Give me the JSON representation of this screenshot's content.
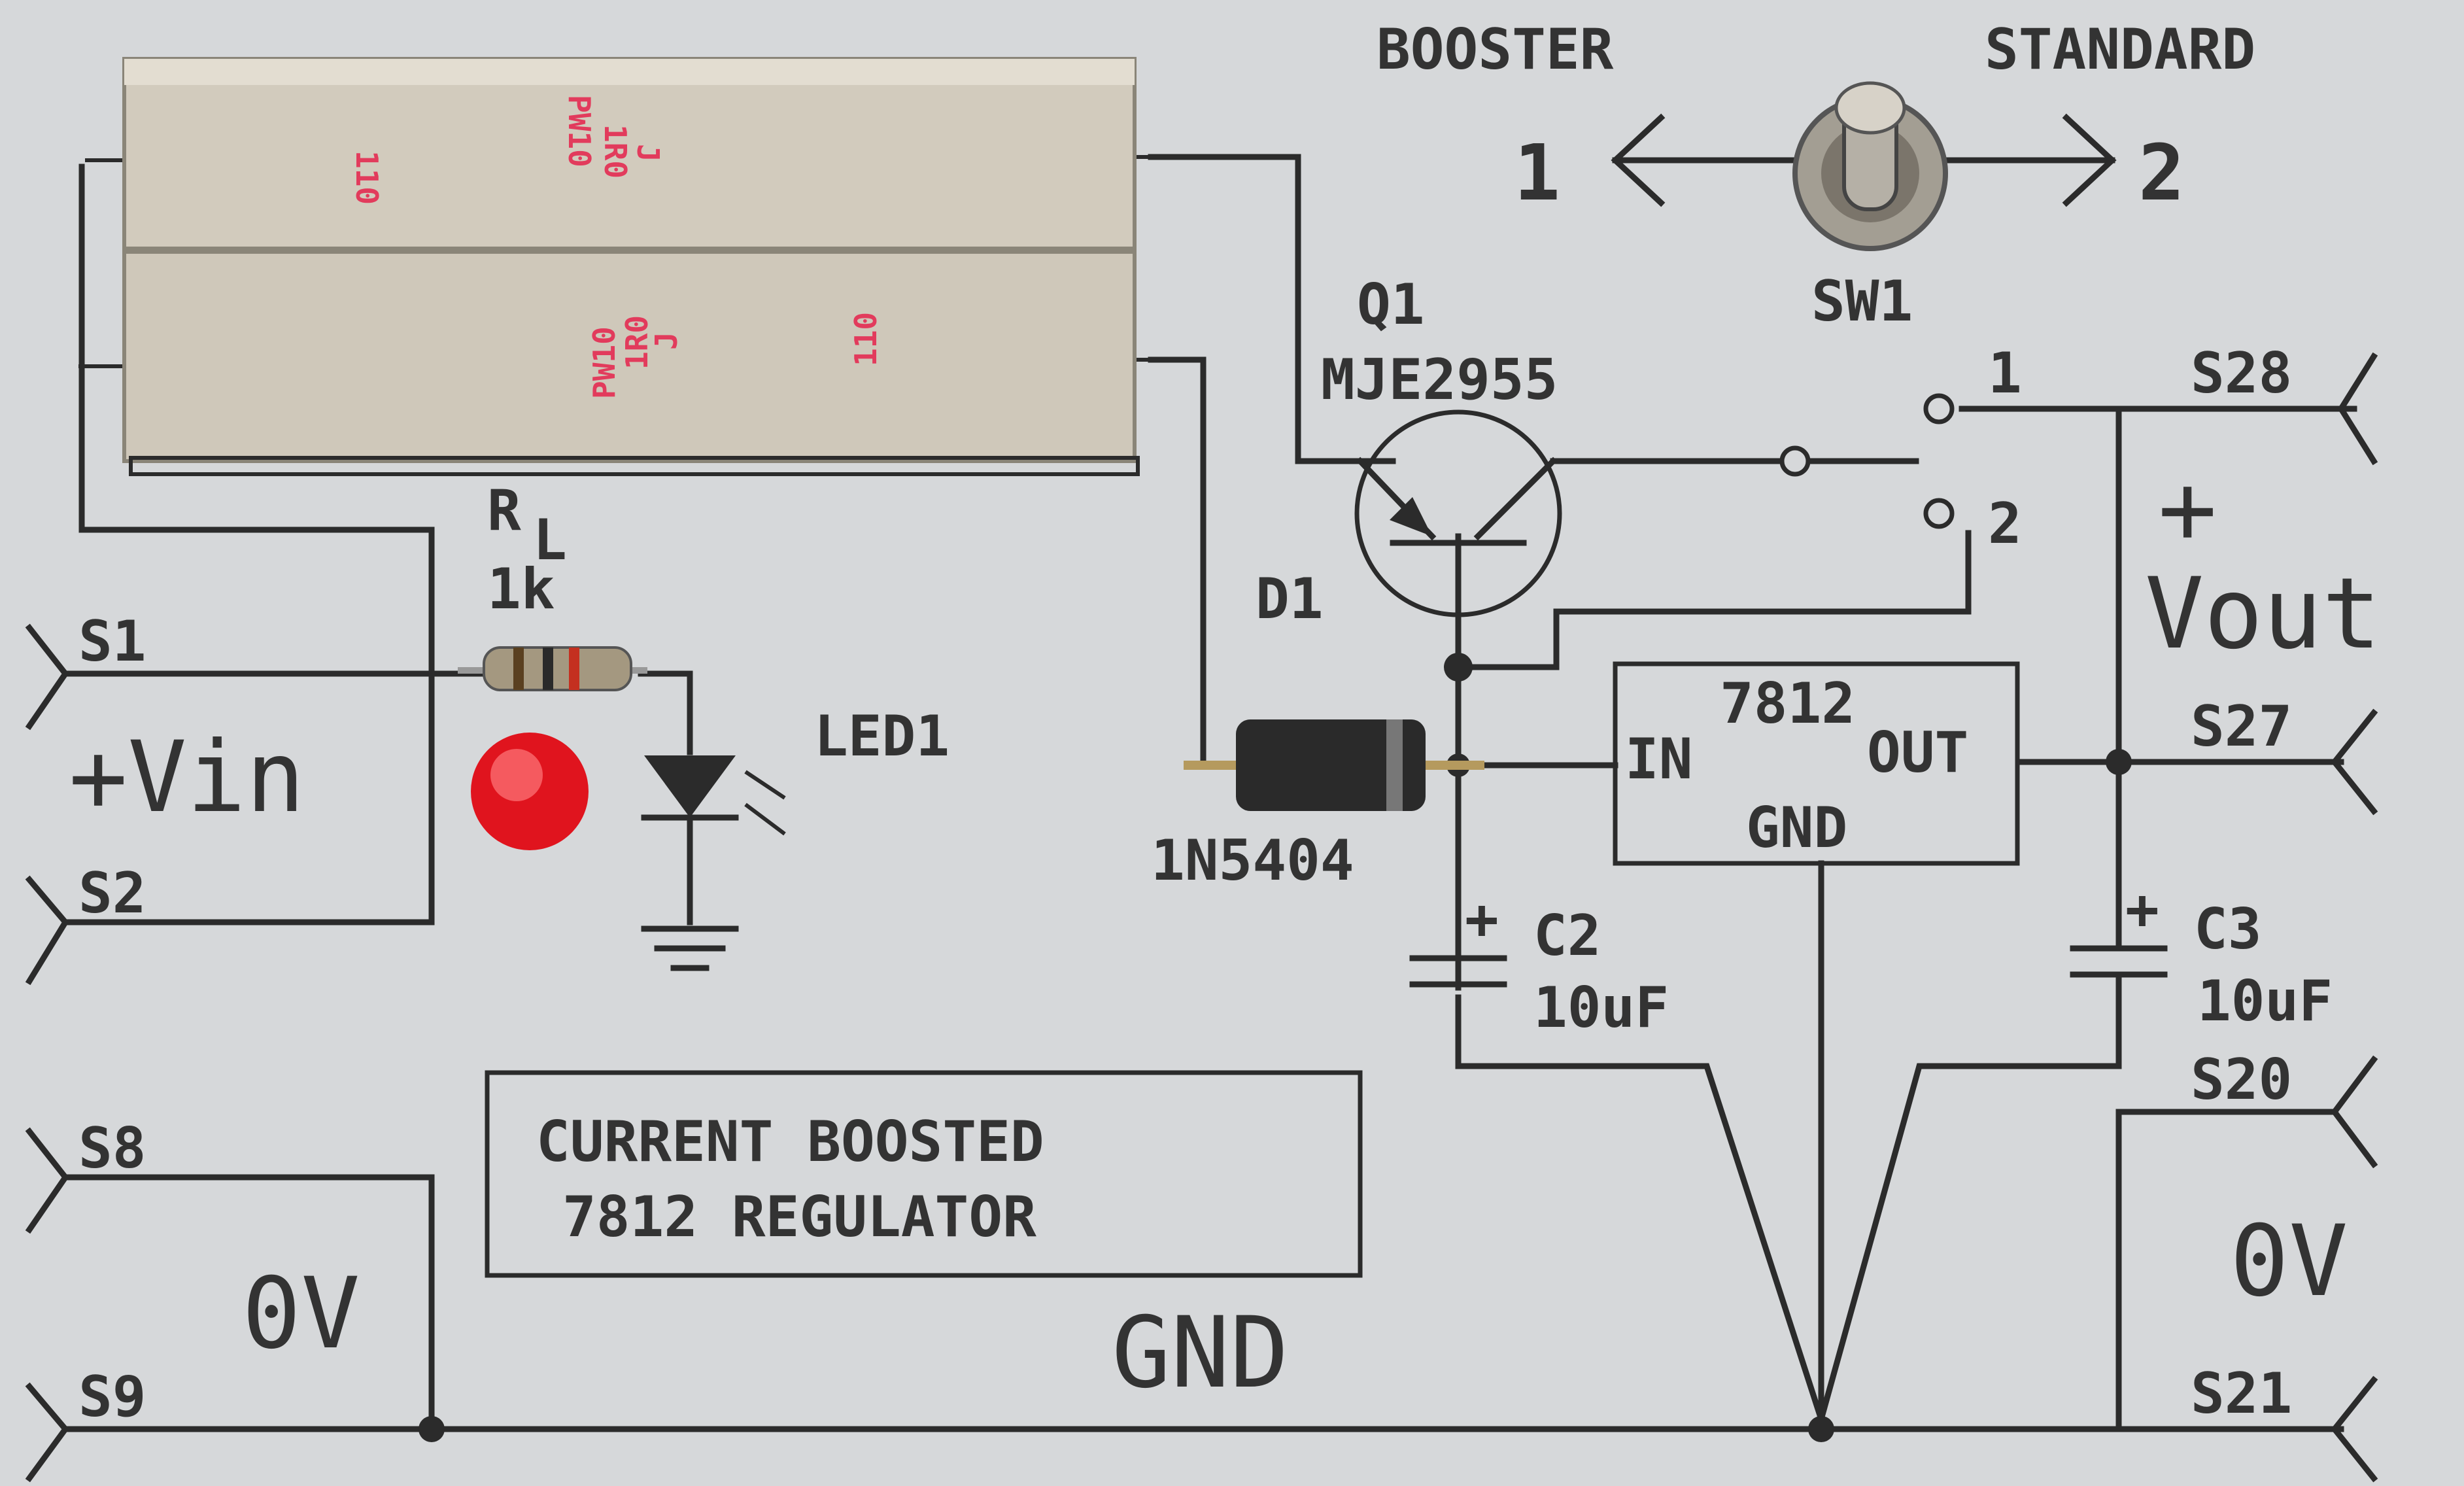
{
  "switch_panel": {
    "left_label": "BOOSTER",
    "right_label": "STANDARD",
    "pos1": "1",
    "pos2": "2",
    "name": "SW1"
  },
  "power_resistors": {
    "code": "PW10",
    "value": "1R0",
    "tolerance": "J",
    "number": "110"
  },
  "transistor": {
    "ref": "Q1",
    "part": "MJE2955"
  },
  "diode": {
    "ref": "D1",
    "part": "1N5404"
  },
  "resistor_rl": {
    "ref": "R",
    "sub": "L",
    "value": "1k"
  },
  "led": {
    "ref": "LED1"
  },
  "regulator": {
    "part": "7812",
    "in": "IN",
    "out": "OUT",
    "gnd": "GND"
  },
  "capacitors": [
    {
      "ref": "C2",
      "value": "10uF",
      "plus": "+"
    },
    {
      "ref": "C3",
      "value": "10uF",
      "plus": "+"
    }
  ],
  "terminals": {
    "s1": "S1",
    "s2": "S2",
    "s8": "S8",
    "s9": "S9",
    "s20": "S20",
    "s21": "S21",
    "s27": "S27",
    "s28": "S28"
  },
  "vin_label": "+Vin",
  "vout": {
    "plus": "+",
    "label": "Vout"
  },
  "switch_contacts": {
    "c1": "1",
    "c2": "2"
  },
  "title_box": {
    "line1": "CURRENT BOOSTED",
    "line2": "7812 REGULATOR"
  },
  "zero_v_left": "0V",
  "zero_v_right": "0V",
  "gnd_label": "GND",
  "colors": {
    "board": "#d6d8da",
    "trace": "#2b2b2b",
    "resistor_body": "#cfc8ba",
    "resistor_print": "#e23b5c",
    "led": "#e0141e",
    "diode_body": "#2a2a2a"
  }
}
